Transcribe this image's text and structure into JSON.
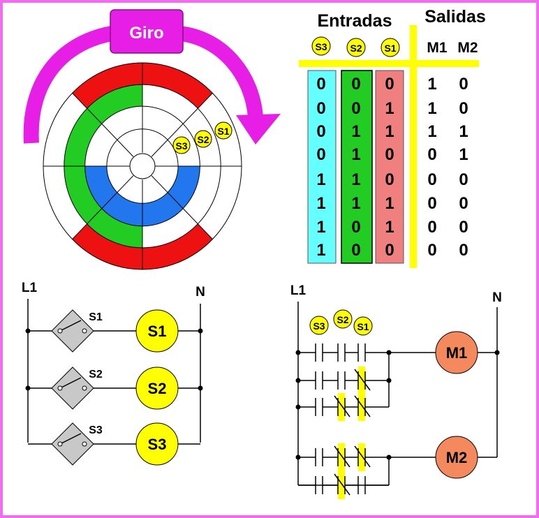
{
  "colors": {
    "frame": "#f26cf2",
    "magenta": "#e61ee6",
    "red": "#ee1111",
    "green": "#22cc22",
    "blue": "#2277ee",
    "yellow": "#ffff00",
    "cyan": "#66ffff",
    "salmon": "#f08080",
    "motor": "#f4895e",
    "switch_box": "#c8c8c8"
  },
  "disk": {
    "rotation_label": "Giro",
    "sensor_labels": [
      "S3",
      "S2",
      "S1"
    ]
  },
  "truth_table": {
    "inputs_title": "Entradas",
    "outputs_title": "Salidas",
    "input_headers": [
      "S3",
      "S2",
      "S1"
    ],
    "output_headers": [
      "M1",
      "M2"
    ],
    "rows": [
      {
        "s3": "0",
        "s2": "0",
        "s1": "0",
        "m1": "1",
        "m2": "0"
      },
      {
        "s3": "0",
        "s2": "0",
        "s1": "1",
        "m1": "1",
        "m2": "0"
      },
      {
        "s3": "0",
        "s2": "1",
        "s1": "1",
        "m1": "1",
        "m2": "1"
      },
      {
        "s3": "0",
        "s2": "1",
        "s1": "0",
        "m1": "0",
        "m2": "1"
      },
      {
        "s3": "1",
        "s2": "1",
        "s1": "0",
        "m1": "0",
        "m2": "0"
      },
      {
        "s3": "1",
        "s2": "1",
        "s1": "1",
        "m1": "0",
        "m2": "0"
      },
      {
        "s3": "1",
        "s2": "0",
        "s1": "1",
        "m1": "0",
        "m2": "0"
      },
      {
        "s3": "1",
        "s2": "0",
        "s1": "0",
        "m1": "0",
        "m2": "0"
      }
    ]
  },
  "sensor_circuit": {
    "line_label": "L1",
    "neutral_label": "N",
    "switch_labels": [
      "S1",
      "S2",
      "S3"
    ],
    "lamp_labels": [
      "S1",
      "S2",
      "S3"
    ]
  },
  "motor_circuit": {
    "line_label": "L1",
    "neutral_label": "N",
    "contact_labels": [
      "S3",
      "S2",
      "S1"
    ],
    "motor_labels": [
      "M1",
      "M2"
    ]
  }
}
